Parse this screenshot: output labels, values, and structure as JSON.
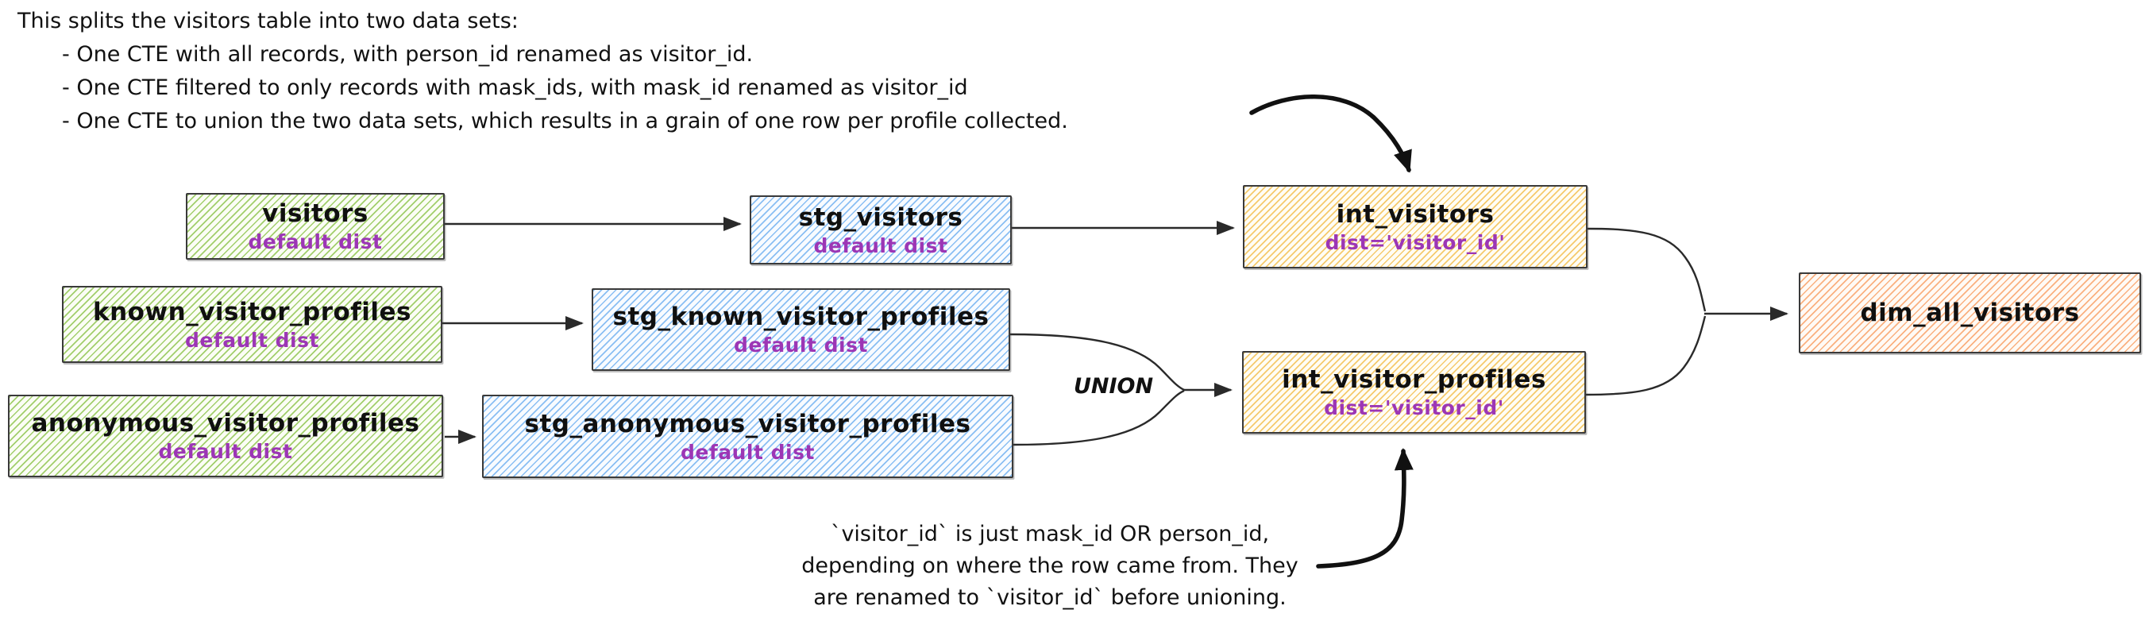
{
  "top_note": {
    "line1": "This splits the visitors table into two data sets:",
    "line2": "- One CTE with all records, with person_id renamed as visitor_id.",
    "line3": "- One CTE filtered to only records with mask_ids, with mask_id renamed as visitor_id",
    "line4": "- One CTE to union the two data sets, which results in a grain of one row per profile collected."
  },
  "union_label": "UNION",
  "bottom_note": {
    "line1": "`visitor_id` is just mask_id OR person_id,",
    "line2": "depending on where the row came from. They",
    "line3": "are renamed to `visitor_id` before unioning."
  },
  "nodes": {
    "visitors": {
      "title": "visitors",
      "subtitle": "default dist"
    },
    "known": {
      "title": "known_visitor_profiles",
      "subtitle": "default dist"
    },
    "anonymous": {
      "title": "anonymous_visitor_profiles",
      "subtitle": "default dist"
    },
    "stg_visitors": {
      "title": "stg_visitors",
      "subtitle": "default dist"
    },
    "stg_known": {
      "title": "stg_known_visitor_profiles",
      "subtitle": "default dist"
    },
    "stg_anonymous": {
      "title": "stg_anonymous_visitor_profiles",
      "subtitle": "default dist"
    },
    "int_visitors": {
      "title": "int_visitors",
      "subtitle": "dist='visitor_id'"
    },
    "int_visitor_profiles": {
      "title": "int_visitor_profiles",
      "subtitle": "dist='visitor_id'"
    },
    "dim_all_visitors": {
      "title": "dim_all_visitors"
    }
  },
  "colors": {
    "node_green": "#b5de84",
    "node_blue": "#a5d8ff",
    "node_yellow": "#f9d77e",
    "node_orange": "#ffb98a",
    "subtitle_purple": "#9c36b5",
    "ink": "#1e1e1e"
  }
}
